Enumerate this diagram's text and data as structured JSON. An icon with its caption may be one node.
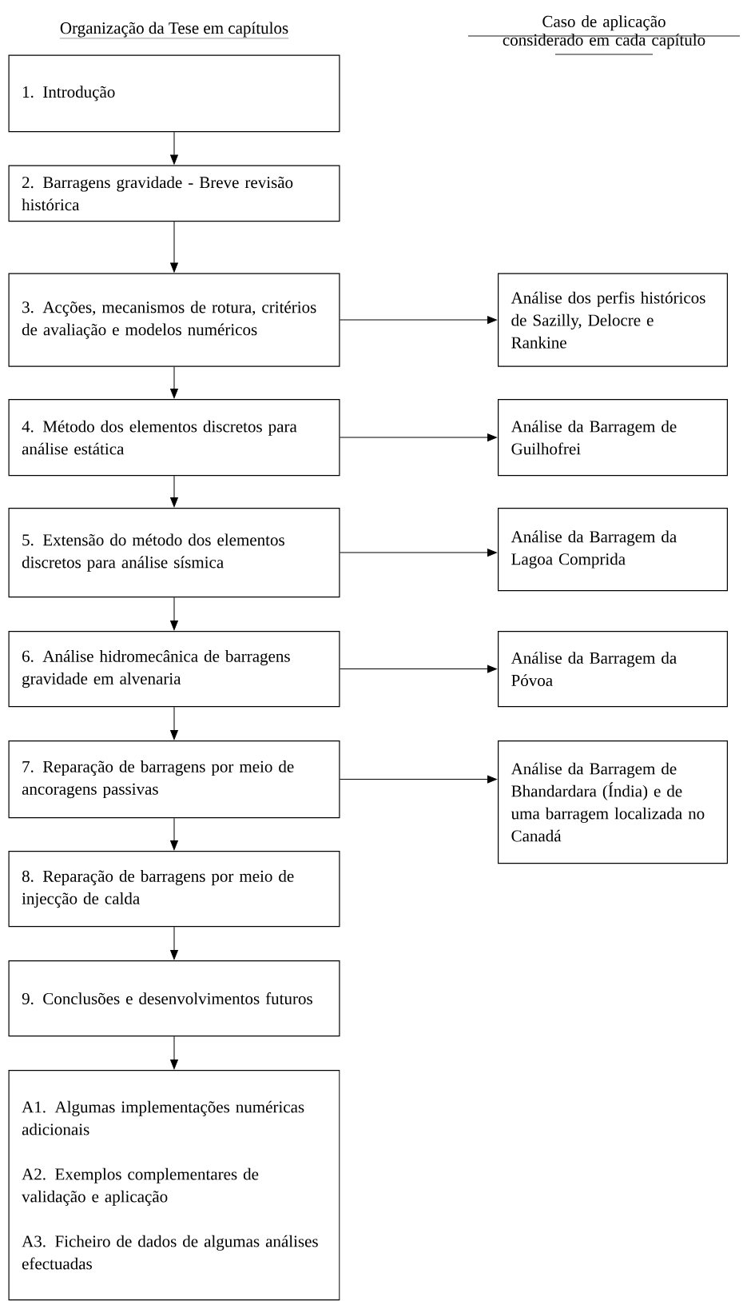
{
  "diagram": {
    "nodes": [
      {
        "text": [
          "1. Introdução"
        ]
      },
      {
        "text": [
          "2. Barragens gravidade - Breve revisão histórica"
        ]
      },
      {
        "text": [
          "3. Acções, mecanismos de rotura, critérios de avaliação e modelos numéricos"
        ]
      },
      {
        "text": [
          "4. Método dos elementos discretos para análise estática"
        ]
      },
      {
        "text": [
          "5. Extensão do método dos elementos discretos para análise sísmica"
        ]
      },
      {
        "text": [
          "6. Análise hidromecânica de barragens gravidade em alvenaria"
        ]
      },
      {
        "text": [
          "7. Reparação de barragens por meio de ancoragens passivas"
        ]
      },
      {
        "text": [
          "8. Reparação de barragens por meio de injecção de calda"
        ]
      },
      {
        "text": [
          "9. Conclusões e desenvolvimentos futuros"
        ]
      },
      {
        "text": [
          "A1. Algumas implementações numéricas adicionais",
          "A2. Exemplos complementares de validação e aplicação",
          "A3. Ficheiro de dados de algumas análises efectuadas"
        ]
      },
      {
        "text": [
          "Análise dos perfis históricos de Sazilly, Delocre e Rankine"
        ]
      },
      {
        "text": [
          "Análise da Barragem de Guilhofrei"
        ]
      },
      {
        "text": [
          "Análise da Barragem da Lagoa Comprida"
        ]
      },
      {
        "text": [
          "Análise da Barragem da Póvoa"
        ]
      },
      {
        "text": [
          "Análise da Barragem de Bhandardara (Índia) e de uma barragem localizada no Canadá"
        ]
      }
    ],
    "edges": [
      {
        "from": 0,
        "to": 1,
        "arrow": "to"
      },
      {
        "from": 1,
        "to": 2,
        "arrow": "to"
      },
      {
        "from": 2,
        "to": 3,
        "arrow": "to"
      },
      {
        "from": 3,
        "to": 4,
        "arrow": "to"
      },
      {
        "from": 4,
        "to": 5,
        "arrow": "to"
      },
      {
        "from": 5,
        "to": 6,
        "arrow": "to"
      },
      {
        "from": 6,
        "to": 7,
        "arrow": "to"
      },
      {
        "from": 7,
        "to": 8,
        "arrow": "to"
      },
      {
        "from": 8,
        "to": 9,
        "arrow": "to"
      },
      {
        "from": 2,
        "to": 10,
        "arrow": "to"
      },
      {
        "from": 3,
        "to": 11,
        "arrow": "to"
      },
      {
        "from": 4,
        "to": 12,
        "arrow": "to"
      },
      {
        "from": 5,
        "to": 13,
        "arrow": "to"
      },
      {
        "from": 6,
        "to": 14,
        "arrow": "to"
      }
    ],
    "labels": [
      "Organização da Tese em capítulos",
      "Caso de aplicação considerado em cada capítulo"
    ]
  }
}
